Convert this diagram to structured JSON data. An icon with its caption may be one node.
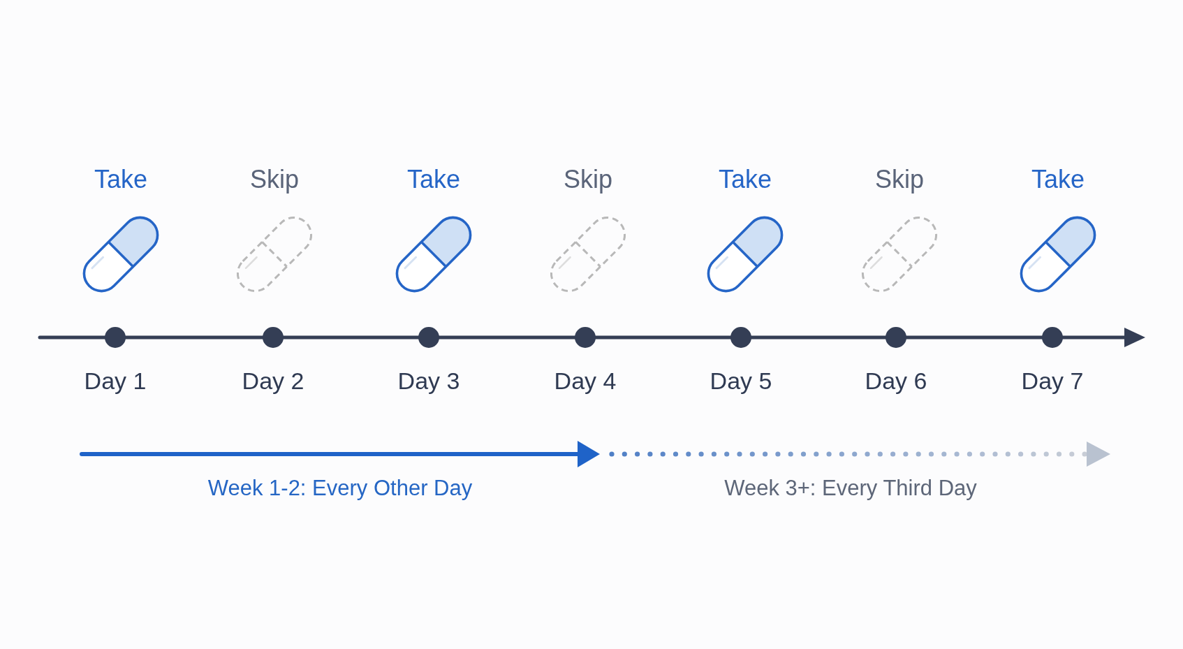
{
  "diagram": {
    "labels": [
      "Take",
      "Skip",
      "Take",
      "Skip",
      "Take",
      "Skip",
      "Take",
      "Day 1",
      "Day 2",
      "Day 3",
      "Day 4",
      "Day 5",
      "Day 6",
      "Day 7",
      "Week 1-2: Every Other Day",
      "Week 3+: Every Third Day"
    ]
  }
}
